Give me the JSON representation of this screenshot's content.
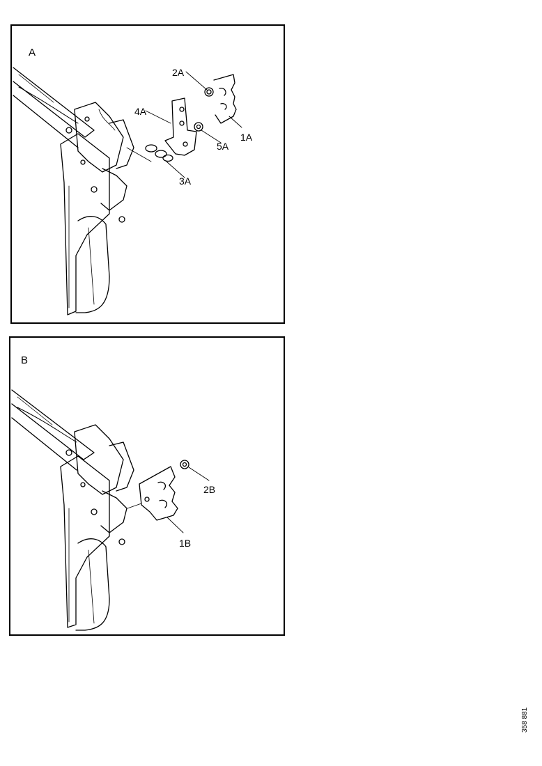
{
  "panel_a": {
    "letter": "A",
    "callouts": {
      "c1": "1A",
      "c2": "2A",
      "c3": "3A",
      "c4": "4A",
      "c5": "5A"
    }
  },
  "panel_b": {
    "letter": "B",
    "callouts": {
      "c1": "1B",
      "c2": "2B"
    }
  },
  "figure_ref": "358 881"
}
